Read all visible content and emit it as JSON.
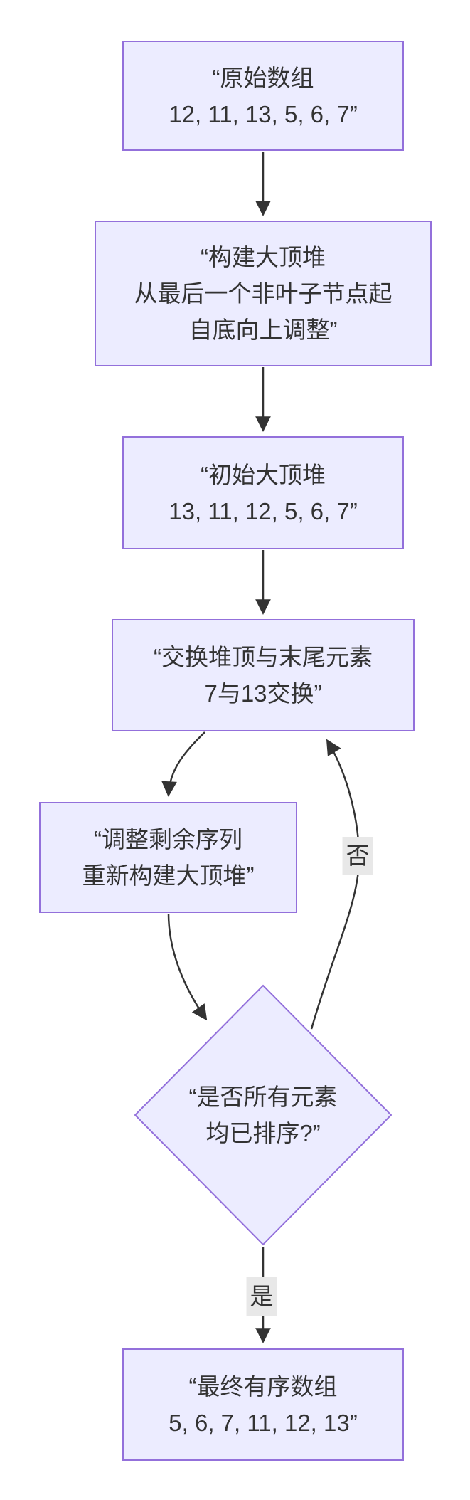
{
  "diagram": {
    "type": "flowchart",
    "direction": "top-down",
    "colors": {
      "node_fill": "#ECECFF",
      "node_border": "#9370DB",
      "edge_line": "#333333",
      "text": "#333333",
      "edge_label_bg": "#e8e8e8",
      "background": "#ffffff"
    },
    "nodes": [
      {
        "id": "original-array",
        "shape": "rect",
        "lines": [
          "“原始数组",
          "12, 11, 13, 5, 6, 7”"
        ]
      },
      {
        "id": "build-max-heap",
        "shape": "rect",
        "lines": [
          "“构建大顶堆",
          "从最后一个非叶子节点起",
          "自底向上调整”"
        ]
      },
      {
        "id": "initial-max-heap",
        "shape": "rect",
        "lines": [
          "“初始大顶堆",
          "13, 11, 12, 5, 6, 7”"
        ]
      },
      {
        "id": "swap-top-tail",
        "shape": "rect",
        "lines": [
          "“交换堆顶与末尾元素",
          "7与13交换”"
        ]
      },
      {
        "id": "adjust-remaining",
        "shape": "rect",
        "lines": [
          "“调整剩余序列",
          "重新构建大顶堆”"
        ]
      },
      {
        "id": "all-sorted",
        "shape": "diamond",
        "lines": [
          "“是否所有元素",
          "均已排序?”"
        ]
      },
      {
        "id": "final-sorted-array",
        "shape": "rect",
        "lines": [
          "“最终有序数组",
          "5, 6, 7, 11, 12, 13”"
        ]
      }
    ],
    "edges": [
      {
        "from": "original-array",
        "to": "build-max-heap",
        "label": ""
      },
      {
        "from": "build-max-heap",
        "to": "initial-max-heap",
        "label": ""
      },
      {
        "from": "initial-max-heap",
        "to": "swap-top-tail",
        "label": ""
      },
      {
        "from": "swap-top-tail",
        "to": "adjust-remaining",
        "label": ""
      },
      {
        "from": "adjust-remaining",
        "to": "all-sorted",
        "label": ""
      },
      {
        "from": "all-sorted",
        "to": "swap-top-tail",
        "label": "否"
      },
      {
        "from": "all-sorted",
        "to": "final-sorted-array",
        "label": "是"
      }
    ]
  }
}
